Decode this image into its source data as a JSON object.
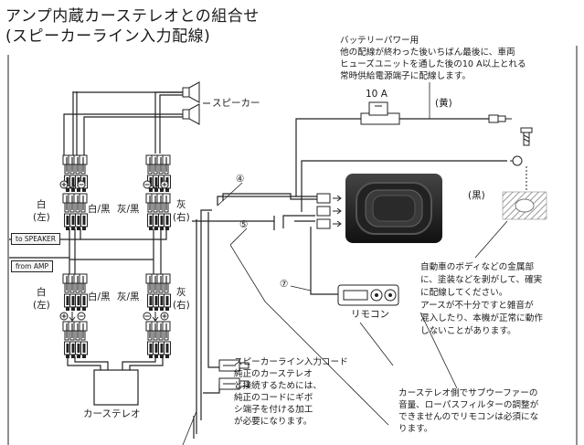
{
  "title": {
    "line1": "アンプ内蔵カーステレオとの組合せ",
    "line2": "(スピーカーライン入力配線)"
  },
  "battery_note": {
    "line1": "バッテリーパワー用",
    "line2": "他の配線が終わった後いちばん最後に、車両",
    "line3": "ヒューズユニットを通した後の10 A以上とれる",
    "line4": "常時供給電源端子に配線します。"
  },
  "labels": {
    "speaker": "スピーカー",
    "fuse": "10 A",
    "yellow": "(黄)",
    "black": "(黒)",
    "remote": "リモコン",
    "car_stereo": "カーステレオ",
    "to_speaker": "to SPEAKER",
    "from_amp": "from AMP",
    "num4": "④",
    "num5": "⑤",
    "num7": "⑦",
    "top_left_white": "白",
    "top_left_white_sub": "(左)",
    "top_left_whiteblack": "白/黒",
    "top_right_grayblack": "灰/黒",
    "top_right_gray": "灰",
    "top_right_gray_sub": "(右)",
    "bot_left_white": "白",
    "bot_left_white_sub": "(左)",
    "bot_left_whiteblack": "白/黒",
    "bot_right_grayblack": "灰/黒",
    "bot_right_gray": "灰",
    "bot_right_gray_sub": "(右)"
  },
  "ground_note": {
    "line1": "自動車のボディなどの金属部",
    "line2": "に、塗装などを剥がして、確実",
    "line3": "に配線してください。",
    "line4": "アースが不十分ですと雑音が",
    "line5": "混入したり、本機が正常に動作",
    "line6": "しないことがあります。"
  },
  "speaker_input_note": {
    "line1": "スピーカーライン入力コード",
    "line2": "純正のカーステレオ",
    "line3": "と接続するためには、",
    "line4": "純正のコードにギボ",
    "line5": "シ端子を付ける加工",
    "line6": "が必要になります。"
  },
  "remote_note": {
    "line1": "カーステレオ側でサブウーファーの",
    "line2": "音量、ローパスフィルターの調整が",
    "line3": "できませんのでリモコンは必須にな",
    "line4": "ります。"
  }
}
